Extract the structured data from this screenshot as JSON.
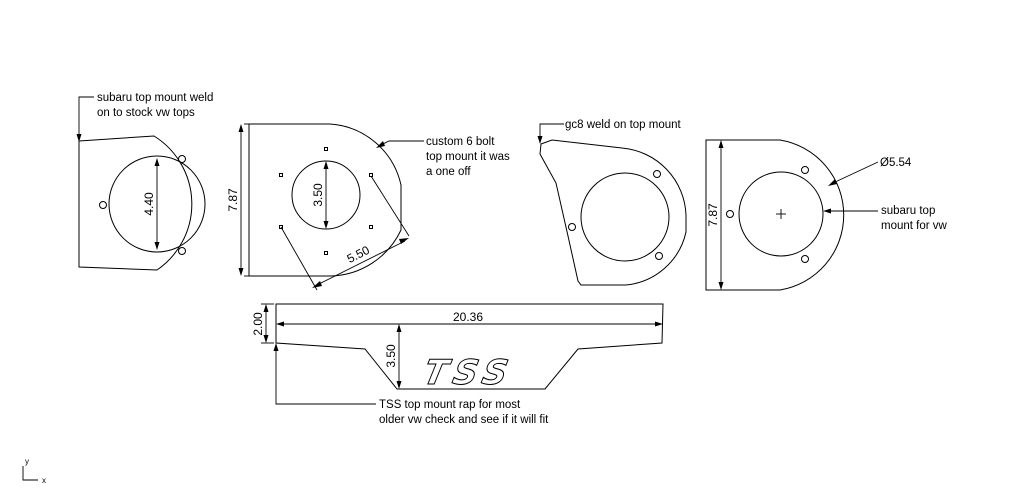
{
  "annotations": {
    "subaru_weld": [
      "subaru top mount weld",
      "on to stock vw tops"
    ],
    "custom_6bolt": [
      "custom 6 bolt",
      "top mount it was",
      "a one off"
    ],
    "gc8_weld": [
      "gc8 weld on top mount"
    ],
    "subaru_top_vw": [
      "subaru top",
      "mount for vw"
    ],
    "tss_rap": [
      "TSS top mount rap for most",
      "older vw check and see if it will fit"
    ]
  },
  "dimensions": {
    "d1_height": "4.40",
    "d2_height": "7.87",
    "d2_hole": "3.50",
    "d2_diag": "5.50",
    "d4_height": "7.87",
    "d4_diameter": "Ø5.54",
    "plate_width": "20.36",
    "plate_left": "2.00",
    "plate_mid": "3.50"
  },
  "logo_text": "TSS",
  "axis": {
    "y": "y",
    "x": "x"
  }
}
